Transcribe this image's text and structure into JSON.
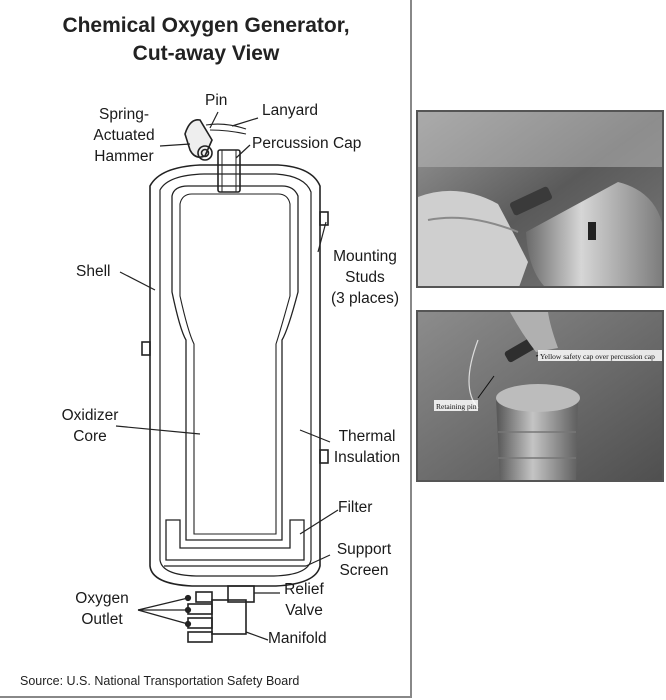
{
  "diagram": {
    "title_line1": "Chemical Oxygen Generator,",
    "title_line2": "Cut-away View",
    "labels": {
      "pin": "Pin",
      "lanyard": "Lanyard",
      "spring_line1": "Spring-",
      "spring_line2": "Actuated",
      "spring_line3": "Hammer",
      "percussion_cap": "Percussion Cap",
      "shell": "Shell",
      "mounting_line1": "Mounting",
      "mounting_line2": "Studs",
      "mounting_line3": "(3 places)",
      "oxidizer_line1": "Oxidizer",
      "oxidizer_line2": "Core",
      "thermal_line1": "Thermal",
      "thermal_line2": "Insulation",
      "filter": "Filter",
      "support_line1": "Support",
      "support_line2": "Screen",
      "relief_line1": "Relief",
      "relief_line2": "Valve",
      "oxygen_line1": "Oxygen",
      "oxygen_line2": "Outlet",
      "manifold": "Manifold"
    },
    "source": "Source: U.S. National Transportation Safety Board"
  },
  "photos": {
    "photo2_labels": {
      "cap": "Yellow safety cap over percussion cap",
      "pin": "Retaining pin"
    }
  }
}
